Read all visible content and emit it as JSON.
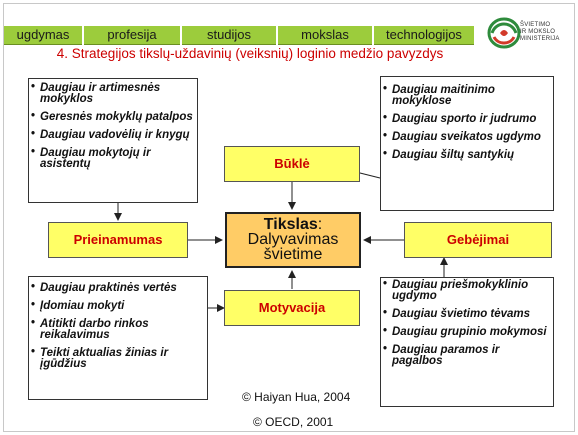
{
  "nav": [
    "ugdymas",
    "profesija",
    "studijos",
    "mokslas",
    "technologijos"
  ],
  "logo_text": [
    "ŠVIETIMO",
    "IR MOKSLO",
    "MINISTERIJA"
  ],
  "title": "4. Strategijos tikslų-uždavinių (veiksnių) loginio medžio pavyzdys",
  "goal": {
    "bold": "Tikslas",
    "colon": ":",
    "line2": "Dalyvavimas",
    "line3": "švietime"
  },
  "boxes": {
    "bukle": "Būklė",
    "prieinamumas": "Prieinamumas",
    "gebejimai": "Gebėjimai",
    "motyvacija": "Motyvacija"
  },
  "list_top_left": [
    "Daugiau ir artimesnės mokyklos",
    "Geresnės mokyklų patalpos",
    "Daugiau vadovėlių ir knygų",
    "Daugiau mokytojų ir asistentų"
  ],
  "list_top_right": [
    "Daugiau maitinimo mokyklose",
    "Daugiau sporto ir judrumo",
    "Daugiau sveikatos ugdymo",
    "Daugiau šiltų santykių"
  ],
  "list_bottom_left": [
    "Daugiau praktinės vertės",
    "Įdomiau mokyti",
    "Atitikti darbo rinkos reikalavimus",
    "Teikti aktualias žinias ir įgūdžius"
  ],
  "list_bottom_right": [
    "Daugiau priešmokyklinio ugdymo",
    "Daugiau švietimo tėvams",
    "Daugiau grupinio mokymosi",
    "Daugiau paramos ir pagalbos"
  ],
  "credits": [
    "© Haiyan Hua, 2004",
    "© OECD, 2001"
  ],
  "colors": {
    "nav_bar": "#9ccc3c",
    "title": "#cc0000",
    "box_fill": "#ffff66",
    "goal_fill": "#ffcc66",
    "logo_green": "#2e8b3c"
  }
}
